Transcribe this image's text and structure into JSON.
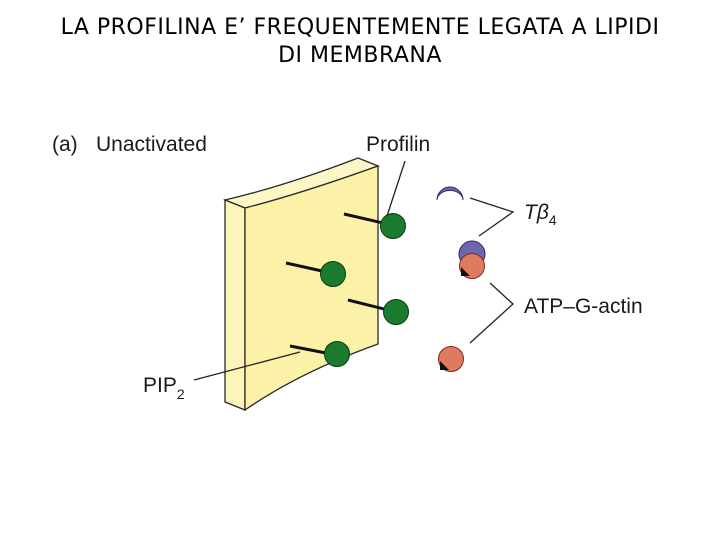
{
  "title": {
    "line1": "LA PROFILINA E’ FREQUENTEMENTE LEGATA A LIPIDI",
    "line2": "DI MEMBRANA"
  },
  "diagram": {
    "panel_letter": "(a)",
    "panel_label": "Unactivated",
    "profilin_label": "Profilin",
    "tb4_label": "Tβ",
    "tb4_subscript": "4",
    "actin_label": "ATP–G-actin",
    "pip2_label": "PIP",
    "pip2_subscript": "2"
  },
  "colors": {
    "membrane_front": "#fbf2a8",
    "membrane_side": "#fdf7c8",
    "profilin": "#1a7a2e",
    "thymosin": "#6c68b0",
    "actin": "#e07a5f"
  }
}
